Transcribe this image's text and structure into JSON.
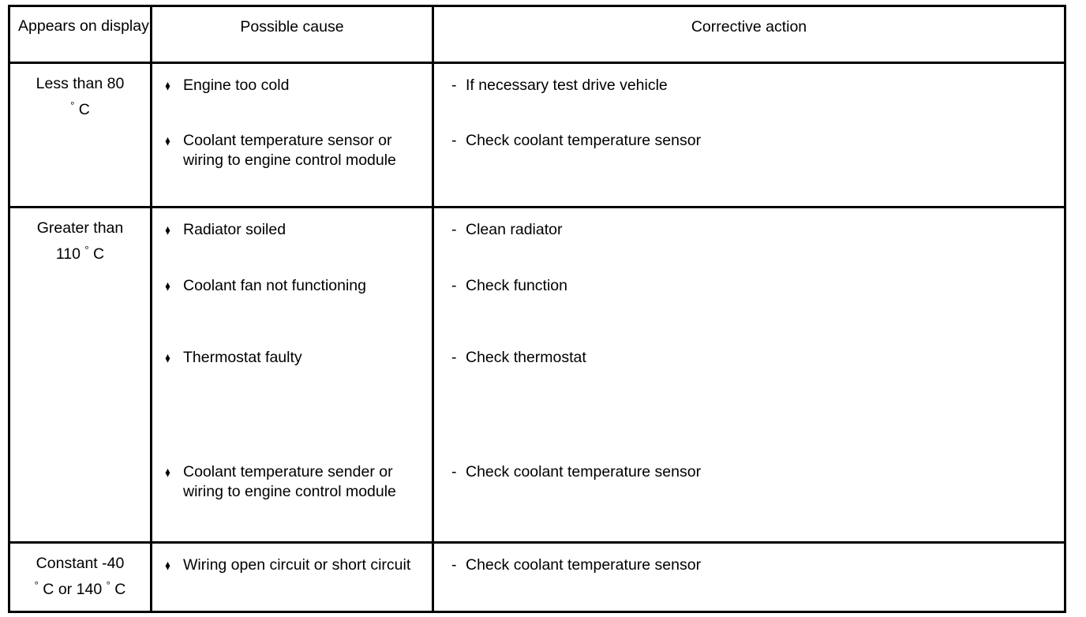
{
  "document": {
    "type": "troubleshooting-table",
    "title": "Coolant temperature diagnostic table"
  },
  "table": {
    "headers": {
      "display": "Appears on display",
      "cause": "Possible cause",
      "action": "Corrective action"
    },
    "bullet_glyph": "♦",
    "dash_glyph": "-",
    "degree_glyph": "°",
    "rows": [
      {
        "display_lines": [
          "Less than 80",
          "° C"
        ],
        "display_text": "Less than 80 ° C",
        "causes": [
          "Engine too cold",
          "Coolant temperature sensor or wiring to engine control module"
        ],
        "actions": [
          "If necessary test drive vehicle",
          "Check coolant temperature sensor"
        ]
      },
      {
        "display_lines": [
          "Greater than",
          "110 ° C"
        ],
        "display_text": "Greater than 110 ° C",
        "causes": [
          "Radiator soiled",
          "Coolant fan not functioning",
          "Thermostat faulty",
          "Coolant temperature sender or wiring to engine control module"
        ],
        "actions": [
          "Clean radiator",
          "Check function",
          "Check thermostat",
          "Check coolant temperature sensor"
        ]
      },
      {
        "display_lines": [
          "Constant -40",
          "° C or 140 ° C"
        ],
        "display_text": "Constant -40 ° C or 140 ° C",
        "causes": [
          "Wiring open circuit or short circuit"
        ],
        "actions": [
          "Check coolant temperature sensor"
        ]
      }
    ]
  },
  "colors": {
    "border": "#000000",
    "text": "#000000",
    "background": "#ffffff"
  }
}
